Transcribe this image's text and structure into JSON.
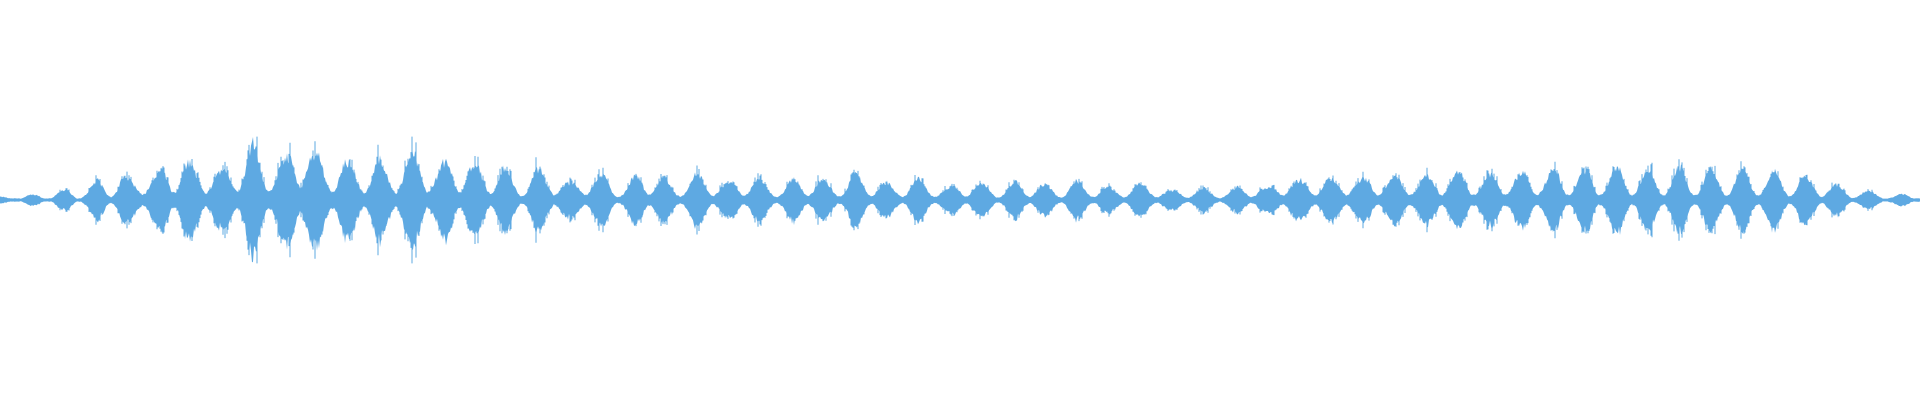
{
  "waveform": {
    "color": "#5ea9e2",
    "background": "#ffffff",
    "baseline_amplitude": 0.02,
    "envelope": [
      [
        0.0,
        0.04
      ],
      [
        0.012,
        0.05
      ],
      [
        0.02,
        0.08
      ],
      [
        0.025,
        0.05
      ],
      [
        0.03,
        0.12
      ],
      [
        0.037,
        0.14
      ],
      [
        0.04,
        0.08
      ],
      [
        0.046,
        0.16
      ],
      [
        0.052,
        0.28
      ],
      [
        0.058,
        0.2
      ],
      [
        0.064,
        0.33
      ],
      [
        0.068,
        0.26
      ],
      [
        0.074,
        0.4
      ],
      [
        0.08,
        0.3
      ],
      [
        0.087,
        0.48
      ],
      [
        0.095,
        0.52
      ],
      [
        0.102,
        0.42
      ],
      [
        0.108,
        0.48
      ],
      [
        0.113,
        0.36
      ],
      [
        0.118,
        0.44
      ],
      [
        0.125,
        0.62
      ],
      [
        0.131,
        0.74
      ],
      [
        0.136,
        0.56
      ],
      [
        0.142,
        0.6
      ],
      [
        0.148,
        0.46
      ],
      [
        0.152,
        0.68
      ],
      [
        0.158,
        1.0
      ],
      [
        0.163,
        0.62
      ],
      [
        0.17,
        0.5
      ],
      [
        0.177,
        0.56
      ],
      [
        0.183,
        0.44
      ],
      [
        0.19,
        0.5
      ],
      [
        0.197,
        0.52
      ],
      [
        0.204,
        0.46
      ],
      [
        0.212,
        0.56
      ],
      [
        0.22,
        0.64
      ],
      [
        0.228,
        0.4
      ],
      [
        0.236,
        0.58
      ],
      [
        0.244,
        0.48
      ],
      [
        0.252,
        0.42
      ],
      [
        0.262,
        0.46
      ],
      [
        0.27,
        0.22
      ],
      [
        0.279,
        0.4
      ],
      [
        0.288,
        0.36
      ],
      [
        0.297,
        0.2
      ],
      [
        0.307,
        0.38
      ],
      [
        0.316,
        0.3
      ],
      [
        0.325,
        0.18
      ],
      [
        0.334,
        0.38
      ],
      [
        0.343,
        0.32
      ],
      [
        0.352,
        0.2
      ],
      [
        0.361,
        0.34
      ],
      [
        0.37,
        0.3
      ],
      [
        0.379,
        0.2
      ],
      [
        0.389,
        0.3
      ],
      [
        0.398,
        0.24
      ],
      [
        0.407,
        0.18
      ],
      [
        0.416,
        0.3
      ],
      [
        0.426,
        0.28
      ],
      [
        0.436,
        0.22
      ],
      [
        0.446,
        0.32
      ],
      [
        0.456,
        0.28
      ],
      [
        0.466,
        0.18
      ],
      [
        0.475,
        0.28
      ],
      [
        0.485,
        0.22
      ],
      [
        0.494,
        0.16
      ],
      [
        0.503,
        0.26
      ],
      [
        0.512,
        0.22
      ],
      [
        0.522,
        0.16
      ],
      [
        0.53,
        0.24
      ],
      [
        0.54,
        0.22
      ],
      [
        0.55,
        0.16
      ],
      [
        0.56,
        0.24
      ],
      [
        0.57,
        0.2
      ],
      [
        0.58,
        0.14
      ],
      [
        0.59,
        0.22
      ],
      [
        0.6,
        0.2
      ],
      [
        0.61,
        0.12
      ],
      [
        0.62,
        0.16
      ],
      [
        0.63,
        0.14
      ],
      [
        0.64,
        0.12
      ],
      [
        0.65,
        0.22
      ],
      [
        0.66,
        0.14
      ],
      [
        0.668,
        0.32
      ],
      [
        0.676,
        0.24
      ],
      [
        0.684,
        0.34
      ],
      [
        0.692,
        0.26
      ],
      [
        0.7,
        0.34
      ],
      [
        0.708,
        0.26
      ],
      [
        0.716,
        0.36
      ],
      [
        0.724,
        0.26
      ],
      [
        0.732,
        0.36
      ],
      [
        0.74,
        0.26
      ],
      [
        0.748,
        0.4
      ],
      [
        0.756,
        0.3
      ],
      [
        0.764,
        0.4
      ],
      [
        0.772,
        0.28
      ],
      [
        0.78,
        0.4
      ],
      [
        0.788,
        0.3
      ],
      [
        0.796,
        0.4
      ],
      [
        0.804,
        0.3
      ],
      [
        0.812,
        0.42
      ],
      [
        0.82,
        0.3
      ],
      [
        0.828,
        0.42
      ],
      [
        0.836,
        0.3
      ],
      [
        0.844,
        0.44
      ],
      [
        0.852,
        0.3
      ],
      [
        0.86,
        0.4
      ],
      [
        0.868,
        0.3
      ],
      [
        0.876,
        0.42
      ],
      [
        0.884,
        0.3
      ],
      [
        0.892,
        0.4
      ],
      [
        0.9,
        0.3
      ],
      [
        0.908,
        0.4
      ],
      [
        0.916,
        0.3
      ],
      [
        0.924,
        0.36
      ],
      [
        0.932,
        0.26
      ],
      [
        0.94,
        0.3
      ],
      [
        0.948,
        0.24
      ],
      [
        0.956,
        0.2
      ],
      [
        0.964,
        0.14
      ],
      [
        0.972,
        0.12
      ],
      [
        0.98,
        0.1
      ],
      [
        0.986,
        0.06
      ],
      [
        0.992,
        0.08
      ],
      [
        1.0,
        0.06
      ]
    ],
    "pulse_period": 0.0165,
    "pulse_depth": 0.82
  }
}
